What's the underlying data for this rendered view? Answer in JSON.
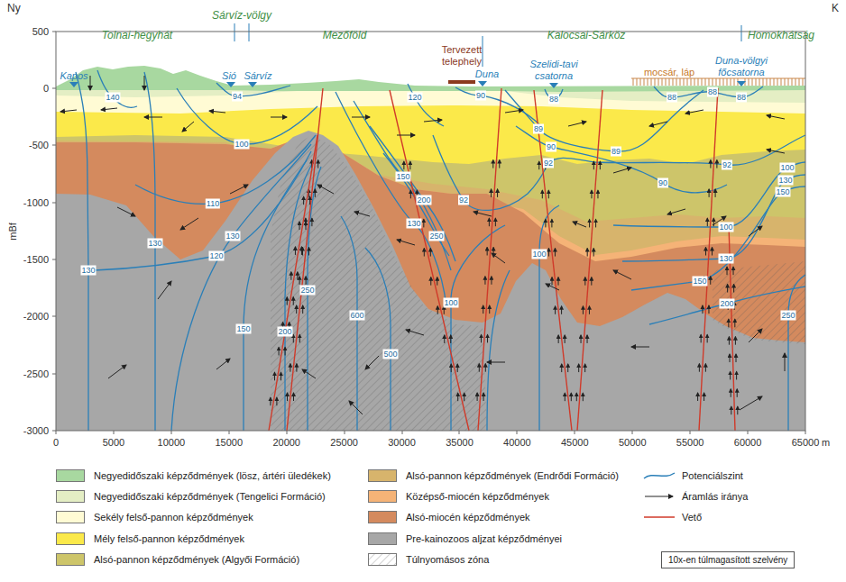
{
  "diagram": {
    "nodes": [
      {
        "text": [
          "10x-en túlmagasított szelvény"
        ]
      }
    ],
    "labels": [
      "Ny",
      "K",
      "Tolnai-hegyhát",
      "Sárvíz-völgy",
      "Mezőföld",
      "Kalocsai-Sárköz",
      "Homokhátság",
      "Kapos",
      "Sió",
      "Sárvíz",
      "Tervezett telephely",
      "Duna",
      "Szelidi-tavi csatorna",
      "mocsár, láp",
      "Duna-völgyi főcsatorna",
      "500",
      "0",
      "-500",
      "-1000",
      "-1500",
      "-2000",
      "-2500",
      "-3000",
      "mBf",
      "0",
      "5000",
      "10000",
      "15000",
      "20000",
      "25000",
      "30000",
      "35000",
      "40000",
      "45000",
      "50000",
      "55000",
      "60000",
      "65000",
      "m",
      "140",
      "94",
      "100",
      "110",
      "120",
      "130",
      "130",
      "130",
      "150",
      "200",
      "250",
      "600",
      "500",
      "150",
      "200",
      "130",
      "250",
      "120",
      "90",
      "92",
      "100",
      "88",
      "89",
      "90",
      "92",
      "100",
      "88",
      "88",
      "88",
      "89",
      "90",
      "92",
      "100",
      "130",
      "150",
      "200",
      "100",
      "130",
      "150",
      "250"
    ],
    "legend": [
      {
        "text": "Negyedidőszaki képződmények (lösz, ártéri üledékek)",
        "color": "#a8d8a0"
      },
      {
        "text": "Negyedidőszaki képződmények (Tengelici Formáció)",
        "color": "#e4eec4"
      },
      {
        "text": "Sekély felső-pannon képződmények",
        "color": "#fffbd4"
      },
      {
        "text": "Mély felső-pannon képződmények",
        "color": "#fbe94a"
      },
      {
        "text": "Alsó-pannon képződmények (Algyői Formáció)",
        "color": "#cdc56a"
      },
      {
        "text": "Alsó-pannon képződmények (Endrődi Formáció)",
        "color": "#d7b46c"
      },
      {
        "text": "Középső-miocén képződmények",
        "color": "#f5b377"
      },
      {
        "text": "Alsó-miocén képződmények",
        "color": "#d48a5e"
      },
      {
        "text": "Pre-kainozoos aljzat képződményei",
        "color": "#a7a7a7"
      },
      {
        "text": "Túlnyomásos zóna"
      },
      {
        "text": "Potenciálszint"
      },
      {
        "text": "Áramlás iránya"
      },
      {
        "text": "Vető"
      }
    ]
  }
}
